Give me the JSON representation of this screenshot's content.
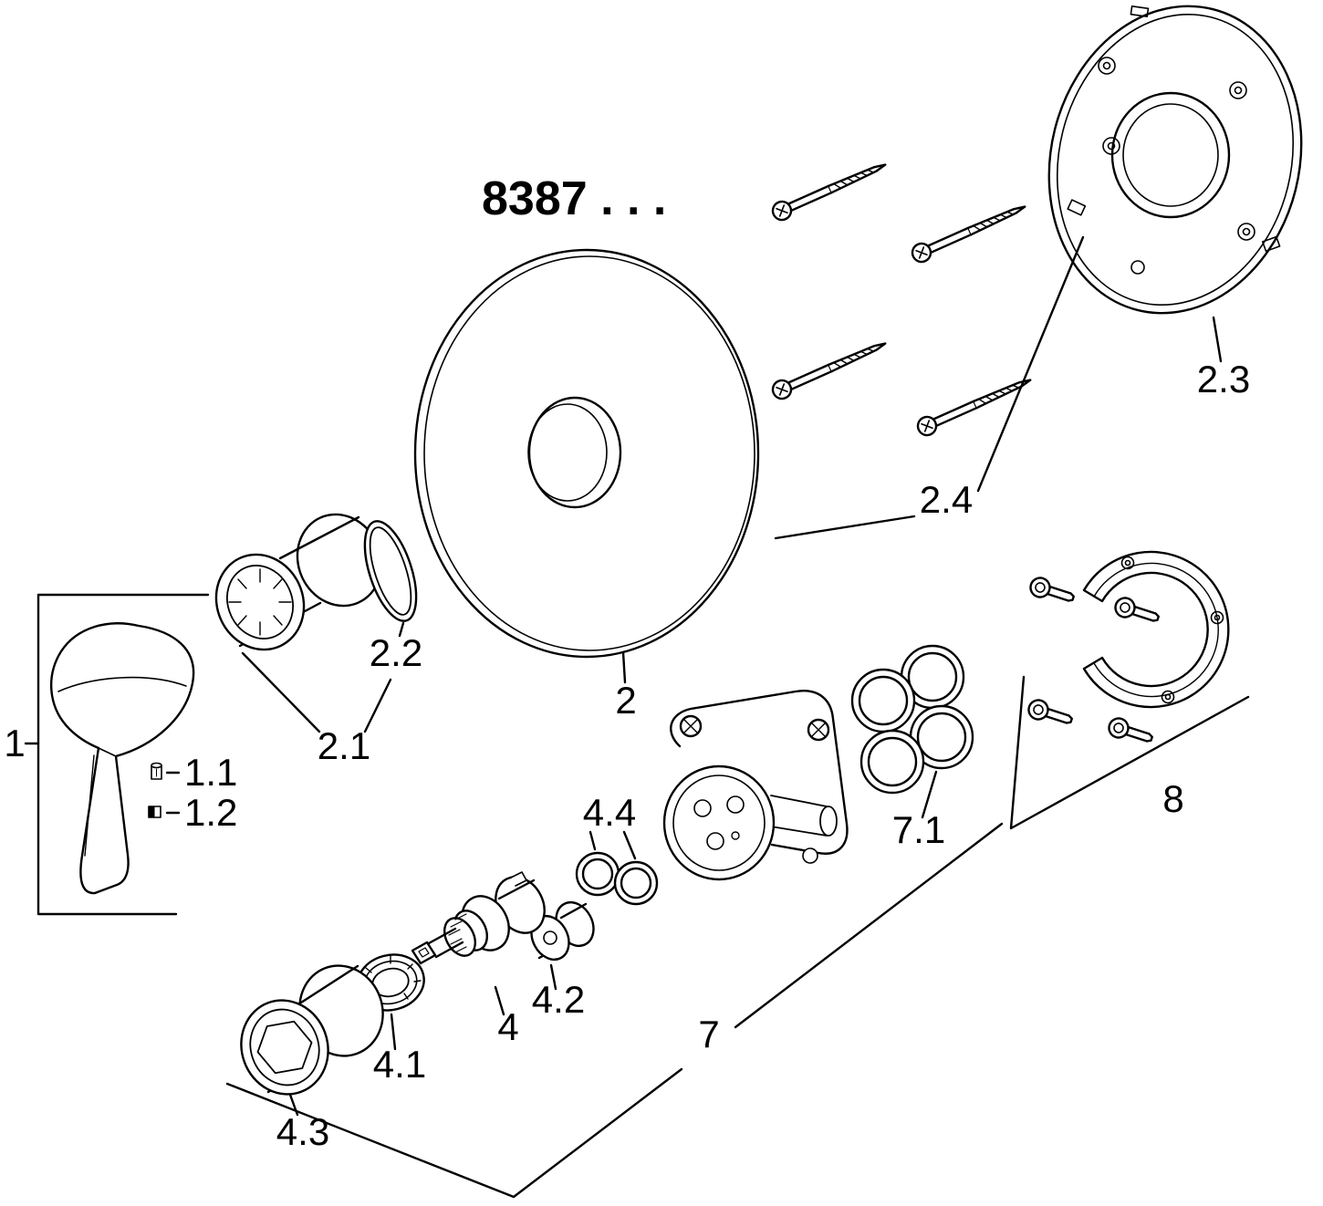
{
  "page": {
    "background": "#ffffff",
    "ink": "#000000"
  },
  "diagram": {
    "title": "8387 . . .",
    "labels": {
      "p1": "1",
      "p1_1": "1.1",
      "p1_2": "1.2",
      "p2": "2",
      "p2_1": "2.1",
      "p2_2": "2.2",
      "p2_3": "2.3",
      "p2_4": "2.4",
      "p4": "4",
      "p4_1": "4.1",
      "p4_2": "4.2",
      "p4_3": "4.3",
      "p4_4": "4.4",
      "p7": "7",
      "p7_1": "7.1",
      "p8": "8"
    }
  }
}
